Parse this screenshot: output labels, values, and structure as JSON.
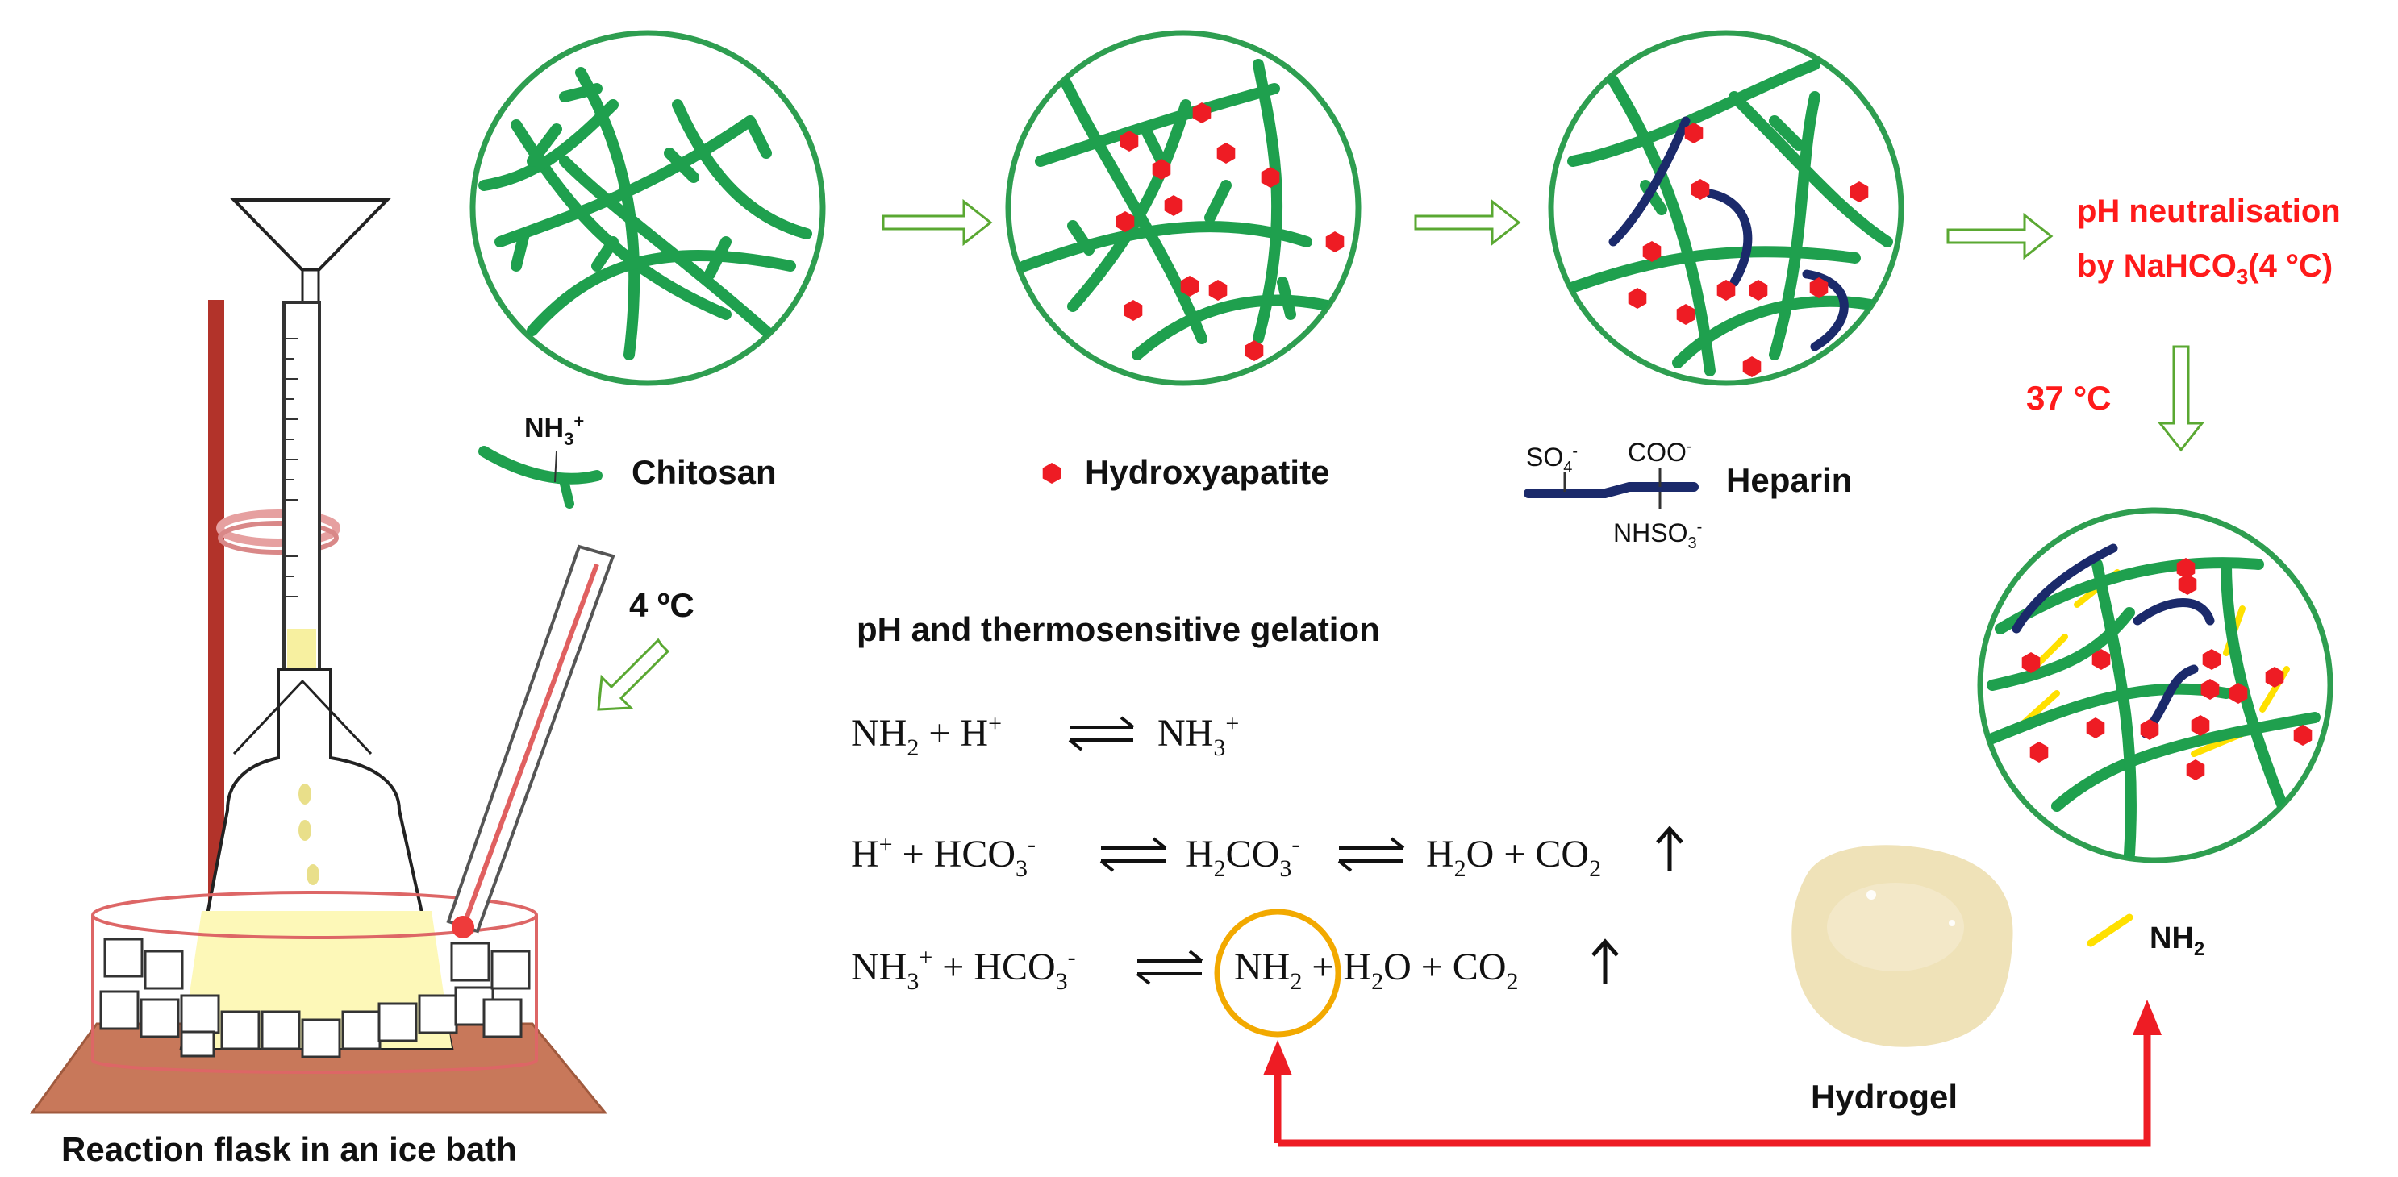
{
  "labels": {
    "flask": "Reaction flask in an ice bath",
    "temp_cold": "4 ºC",
    "chitosan": "Chitosan",
    "chitosan_group": "NH",
    "hydroxyapatite": "Hydroxyapatite",
    "heparin": "Heparin",
    "heparin_so4": "SO",
    "heparin_coo": "COO",
    "heparin_nhso3": "NHSO",
    "ph_neutralisation_line1": "pH neutralisation",
    "ph_neutralisation_line2_a": "by NaHCO",
    "ph_neutralisation_line2_b": "(4 °C)",
    "temp_body": "37 °C",
    "nh2_legend": "NH",
    "hydrogel": "Hydrogel",
    "gelation_title": "pH and thermosensitive gelation"
  },
  "colors": {
    "chitosan": "#1fa04e",
    "hydroxyapatite": "#ee1c24",
    "heparin": "#1b2a6b",
    "crosslink": "#ffe000",
    "circle_outline": "#2e9e50",
    "highlight_ring": "#f2a900",
    "red_arrow": "#ee1c24",
    "hollow_arrow": "#5aa832"
  }
}
